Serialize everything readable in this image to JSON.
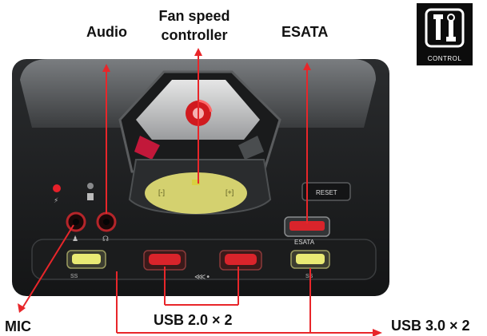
{
  "labels": {
    "audio": "Audio",
    "fan_line1": "Fan speed",
    "fan_line2": "controller",
    "esata": "ESATA",
    "mic": "MIC",
    "usb2": "USB 2.0 × 2",
    "usb3": "USB 3.0 × 2"
  },
  "panel_text": {
    "reset": "RESET",
    "esata_port": "ESATA",
    "fan_minus": "[-]",
    "fan_plus": "[+]",
    "usb3_tag": "SS"
  },
  "logo": {
    "text": "CONTROL",
    "icon": "tools-icon"
  },
  "colors": {
    "arrow": "#e8262a",
    "highlight": "#f2ee7a",
    "panel": "#222426",
    "usb2_port": "#d9242b",
    "usb3_port": "#e9ea74"
  }
}
